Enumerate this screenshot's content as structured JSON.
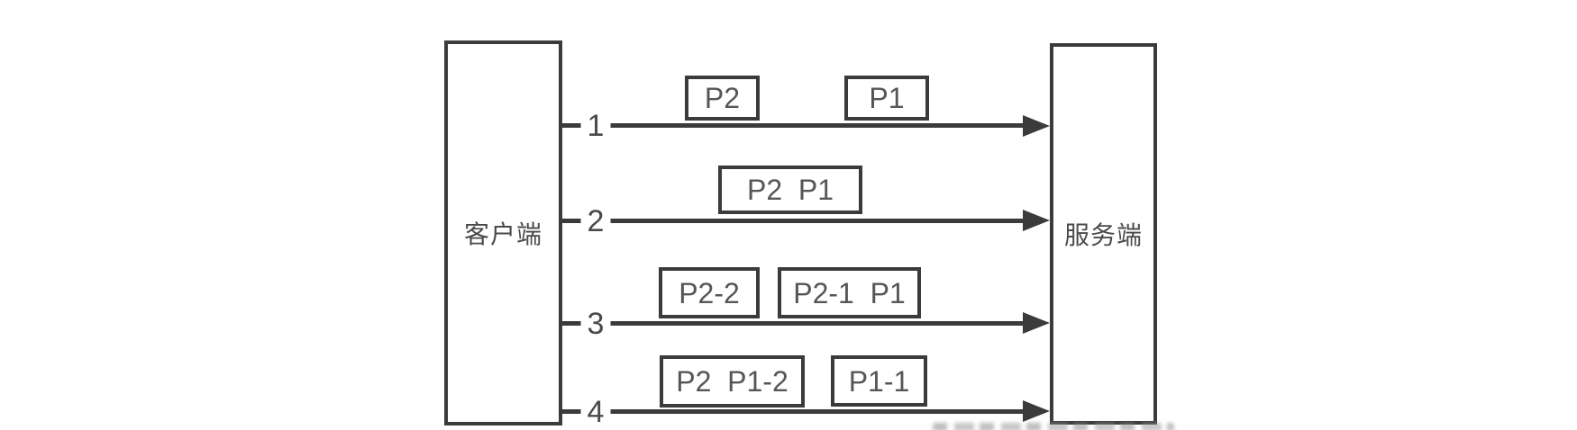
{
  "diagram": {
    "client": {
      "label": "客户端"
    },
    "server": {
      "label": "服务端"
    },
    "rows": [
      {
        "number": "1",
        "packets": [
          {
            "label": "P2"
          },
          {
            "label": "P1"
          }
        ]
      },
      {
        "number": "2",
        "packets": [
          {
            "label": "P2  P1"
          }
        ]
      },
      {
        "number": "3",
        "packets": [
          {
            "label": "P2-2"
          },
          {
            "label": "P2-1  P1"
          }
        ]
      },
      {
        "number": "4",
        "packets": [
          {
            "label": "P2  P1-2"
          },
          {
            "label": "P1-1"
          }
        ]
      }
    ],
    "colors": {
      "stroke": "#3b3b3b",
      "text": "#4f4f4f",
      "background": "#ffffff"
    }
  }
}
